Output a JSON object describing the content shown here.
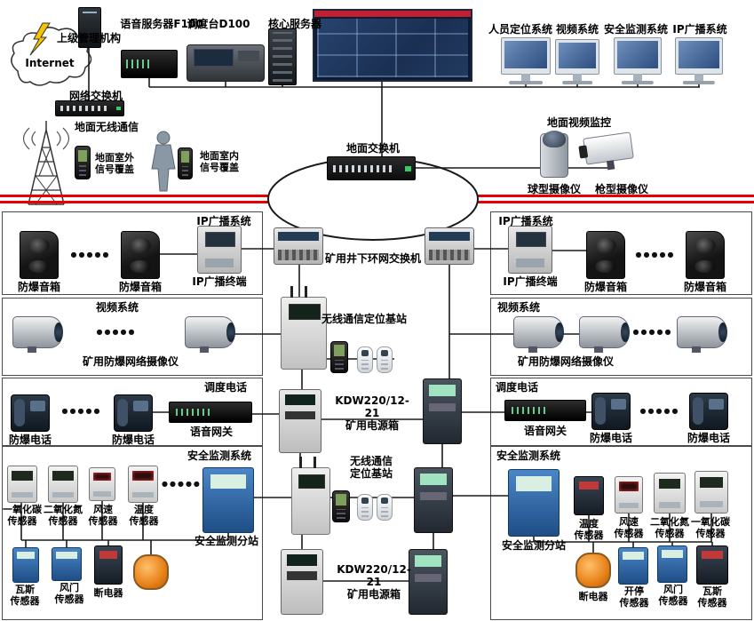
{
  "colors": {
    "ground_line": "#e60000",
    "screen_blue": "#4a6f9e",
    "panel_border": "#4a4a4a"
  },
  "dots": "●●●●●",
  "top": {
    "internet": "Internet",
    "org": "上级管理机构",
    "voice_server": "语音服务器F100",
    "dispatch": "调度台D100",
    "core_server": "核心服务器",
    "net_switch": "网络交换机",
    "systems": [
      "人员定位系统",
      "视频系统",
      "安全监测系统",
      "IP广播系统"
    ]
  },
  "ground": {
    "wireless": "地面无线通信",
    "outdoor": "地面室外\n信号覆盖",
    "indoor": "地面室内\n信号覆盖",
    "switch": "地面交换机",
    "video_title": "地面视频监控",
    "dome": "球型摄像仪",
    "gun": "枪型摄像仪"
  },
  "ring": {
    "label": "矿用井下环网交换机"
  },
  "mid": {
    "bs1": "无线通信定位基站",
    "kdw1": "KDW220/12-21\n矿用电源箱",
    "bs2": "无线通信\n定位基站",
    "kdw2": "KDW220/12-21\n矿用电源箱"
  },
  "left": {
    "ip_title": "IP广播系统",
    "spk1": "防爆音箱",
    "spk2": "防爆音箱",
    "term": "IP广播终端",
    "video_title": "视频系统",
    "cam_label": "矿用防爆网络摄像仪",
    "tel_title": "调度电话",
    "tel1": "防爆电话",
    "tel2": "防爆电话",
    "gateway": "语音网关",
    "safety_title": "安全监测系统",
    "substation": "安全监测分站",
    "st": [
      "一氧化碳\n传感器",
      "二氧化氮\n传感器",
      "风速\n传感器",
      "温度\n传感器"
    ],
    "sb": [
      "瓦斯\n传感器",
      "风门\n传感器",
      "断电器"
    ]
  },
  "right": {
    "ip_title": "IP广播系统",
    "term": "IP广播终端",
    "spk1": "防爆音箱",
    "spk2": "防爆音箱",
    "video_title": "视频系统",
    "cam_label": "矿用防爆网络摄像仪",
    "tel_title": "调度电话",
    "gateway": "语音网关",
    "tel1": "防爆电话",
    "tel2": "防爆电话",
    "safety_title": "安全监测系统",
    "substation": "安全监测分站",
    "st": [
      "温度\n传感器",
      "风速\n传感器",
      "二氧化氮\n传感器",
      "一氧化碳\n传感器"
    ],
    "sb": [
      "断电器",
      "开停\n传感器",
      "风门\n传感器",
      "瓦斯\n传感器"
    ]
  }
}
